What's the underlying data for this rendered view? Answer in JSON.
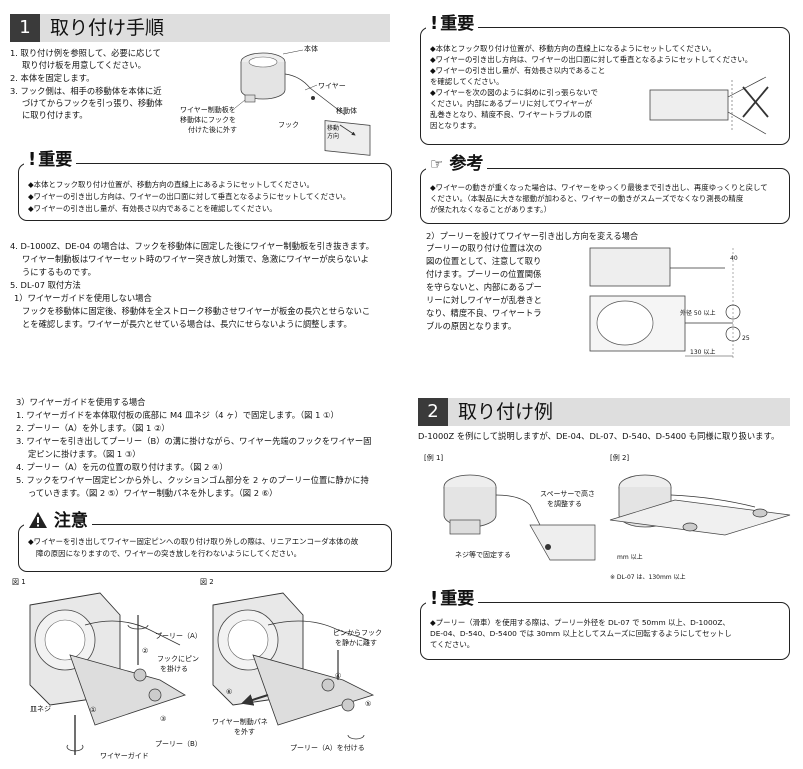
{
  "sec1": {
    "num": "1",
    "title": "取り付け手順",
    "steps": [
      "1. 取り付け例を参照して、必要に応じて",
      "取り付け板を用意してください。",
      "2. 本体を固定します。",
      "3. フック側は、相手の移動体を本体に近",
      "づけてからフックを引っ張り、移動体",
      "に取り付けます。"
    ],
    "diagram": {
      "body": "本体",
      "wire": "ワイヤー",
      "brake": [
        "ワイヤー制動板を",
        "移動体にフックを",
        "付けた後に外す"
      ],
      "hook": "フック",
      "mover": "移動体",
      "dir": [
        "移動",
        "方向"
      ]
    },
    "important": {
      "title": "重要",
      "items": [
        "◆本体とフック取り付け位置が、移動方向の直線上にあるようにセットしてください。",
        "◆ワイヤーの引き出し方向は、ワイヤーの出口面に対して垂直となるようにセットしてください。",
        "◆ワイヤーの引き出し量が、有効長さ以内であることを確認してください。"
      ]
    },
    "para4": [
      "4. D-1000Z、DE-04 の場合は、フックを移動体に固定した後にワイヤー制動板を引き抜きます。",
      "ワイヤー制動板はワイヤーセット時のワイヤー突き放し対策で、急激にワイヤーが戻らないよ",
      "うにするものです。"
    ],
    "para5": [
      "5. DL-07 取付方法",
      "1）ワイヤーガイドを使用しない場合",
      "フックを移動体に固定後、移動体を全ストローク移動させワイヤーが板金の長穴とせらないこ",
      "とを確認します。ワイヤーが長穴とせている場合は、長穴にせらないように調整します。"
    ],
    "para3": [
      "3）ワイヤーガイドを使用する場合",
      "1. ワイヤーガイドを本体取付板の底部に M4 皿ネジ（4 ヶ）で固定します。（図 1 ①）",
      "2. プーリー（A）を外します。（図 1 ②）",
      "3. ワイヤーを引き出してプーリー（B）の溝に掛けながら、ワイヤー先端のフックをワイヤー固",
      "定ピンに掛けます。（図 1 ③）",
      "4. プーリー（A）を元の位置の取り付けます。（図 2 ④）",
      "5. フックをワイヤー固定ピンから外し、クッションゴム部分を 2 ヶのプーリー位置に静かに持",
      "っていきます。（図 2 ⑤）ワイヤー制動パネを外します。（図 2 ⑥）"
    ],
    "caution": {
      "title": "注意",
      "items": [
        "◆ワイヤーを引き出してワイヤー固定ピンへの取り付け取り外しの際は、リニアエンコーダ本体の故",
        "障の原因になりますので、ワイヤーの突き放しを行わないようにしてください。"
      ]
    },
    "fig1": {
      "label": "図 1",
      "pulleyA": "プーリー（A）",
      "hookpin": [
        "フックにピン",
        "を掛ける"
      ],
      "screw": "皿ネジ",
      "pulleyB": "プーリー（B）",
      "guide": "ワイヤーガイド",
      "n1": "①",
      "n2": "②",
      "n3": "③"
    },
    "fig2": {
      "label": "図 2",
      "pinhook": [
        "ピンからフック",
        "を静かに離す"
      ],
      "brake": [
        "ワイヤー制動パネ",
        "を外す"
      ],
      "pulleyA": "プーリー（A）を付ける",
      "n4": "④",
      "n5": "⑤",
      "n6": "⑥"
    }
  },
  "right": {
    "important": {
      "title": "重要",
      "items": [
        "◆本体とフック取り付け位置が、移動方向の直線上になるようにセットしてください。",
        "◆ワイヤーの引き出し方向は、ワイヤーの出口面に対して垂直となるようにセットしてください。",
        "◆ワイヤーの引き出し量が、有効長さ以内であること",
        "  を確認してください。",
        "◆ワイヤーを次の図のように斜めに引っ張らないで",
        "  ください。内部にあるプーリに対してワイヤーが",
        "  乱巻きとなり、精度不良、ワイヤートラブルの原",
        "  因となります。"
      ]
    },
    "reference": {
      "title": "参考",
      "items": [
        "◆ワイヤーの動きが重くなった場合は、ワイヤーをゆっくり最後まで引き出し、再度ゆっくりと戻して",
        "  ください。（本製品に大きな振動が加わると、ワイヤーの動きがスムーズでなくなり測長の精度",
        "  が保たれなくなることがあります。）"
      ]
    },
    "pulley_note": [
      "2）プーリーを設けてワイヤー引き出し方向を変える場合",
      "プーリーの取り付け位置は次の",
      "図の位置として、注意して取り",
      "付けます。プーリーの位置関係",
      "を守らないと、内部にあるプー",
      "リーに対しワイヤーが乱巻きと",
      "なり、精度不良、ワイヤートラ",
      "ブルの原因となります。"
    ],
    "pulley_dims": {
      "d1": "外径 50 以上",
      "d2": "130 以上",
      "d3": "40",
      "d4": "25"
    },
    "sec2": {
      "num": "2",
      "title": "取り付け例"
    },
    "sec2_text": "D-1000Z を例にして説明しますが、DE-04、DL-07、D-540、D-5400 も同様に取り扱います。",
    "ex1": {
      "label": "[例 1]",
      "spacer": [
        "スペーサーで高さ",
        "を調整する"
      ],
      "screw": "ネジ等で固定する"
    },
    "ex2": {
      "label": "[例 2]",
      "note": "※ DL-07 は、130mm 以上",
      "dim": "mm 以上"
    },
    "important2": {
      "title": "重要",
      "items": [
        "◆プーリー（滑車）を使用する際は、プーリー外径を DL-07 で 50mm 以上、D-1000Z、",
        "  DE-04、D-540、D-5400 では 30mm 以上としてスムーズに回転するようにしてセットし",
        "  てください。"
      ]
    }
  }
}
